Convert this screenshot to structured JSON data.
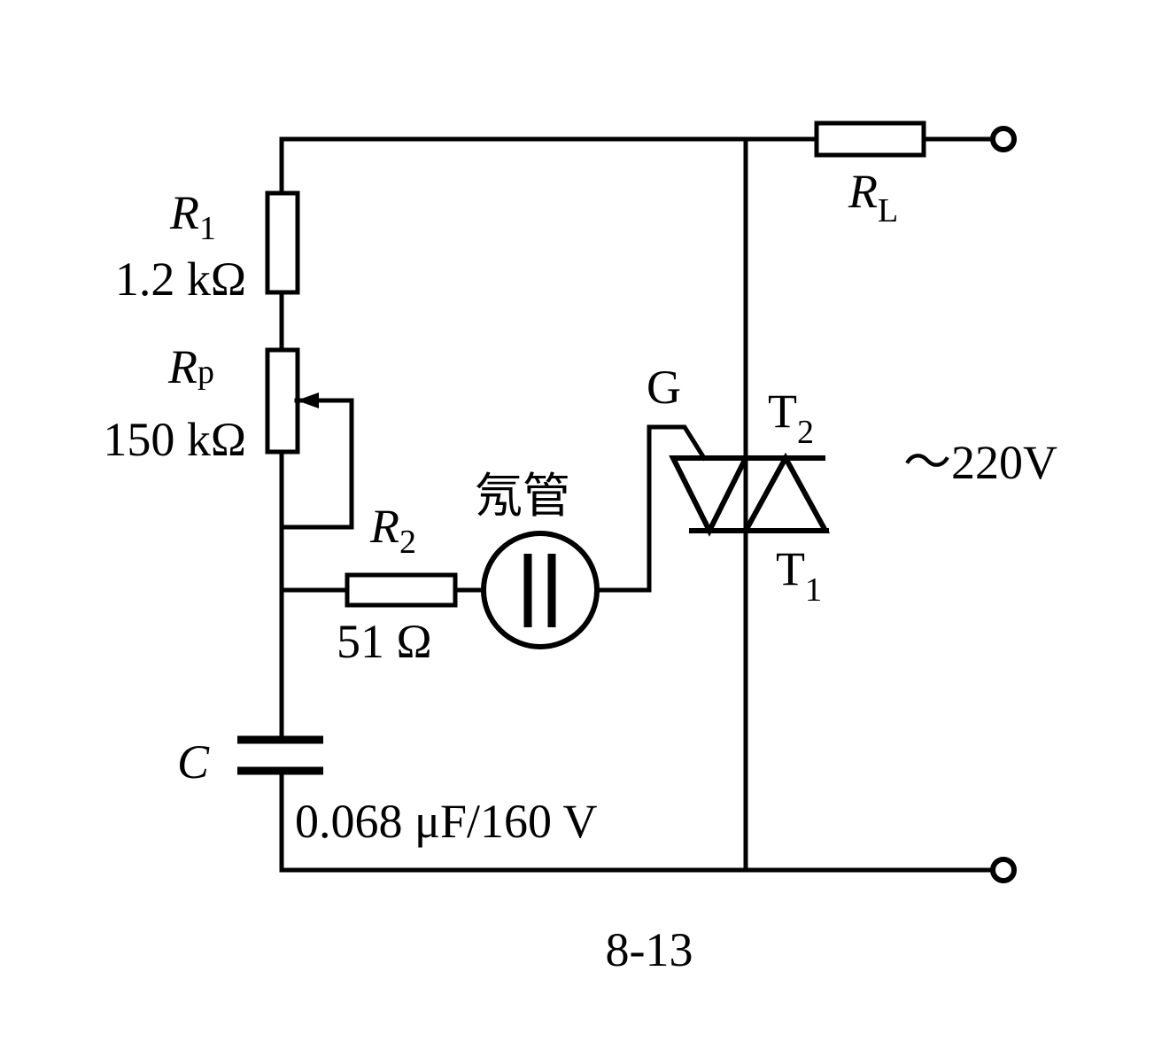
{
  "components": {
    "r1": {
      "symbol": "R",
      "sub": "1",
      "value": "1.2 kΩ"
    },
    "rp": {
      "symbol": "R",
      "sub": "p",
      "value": "150 kΩ"
    },
    "r2": {
      "symbol": "R",
      "sub": "2",
      "value": "51 Ω"
    },
    "c": {
      "symbol": "C",
      "value": "0.068 μF/160 V"
    },
    "rl": {
      "symbol": "R",
      "sub": "L"
    },
    "neon": {
      "label": "氖管"
    },
    "triac": {
      "gate": "G",
      "t2": "T",
      "t2_sub": "2",
      "t1": "T",
      "t1_sub": "1"
    },
    "supply": {
      "label": "～220V"
    }
  },
  "figure": {
    "label": "8-13"
  }
}
